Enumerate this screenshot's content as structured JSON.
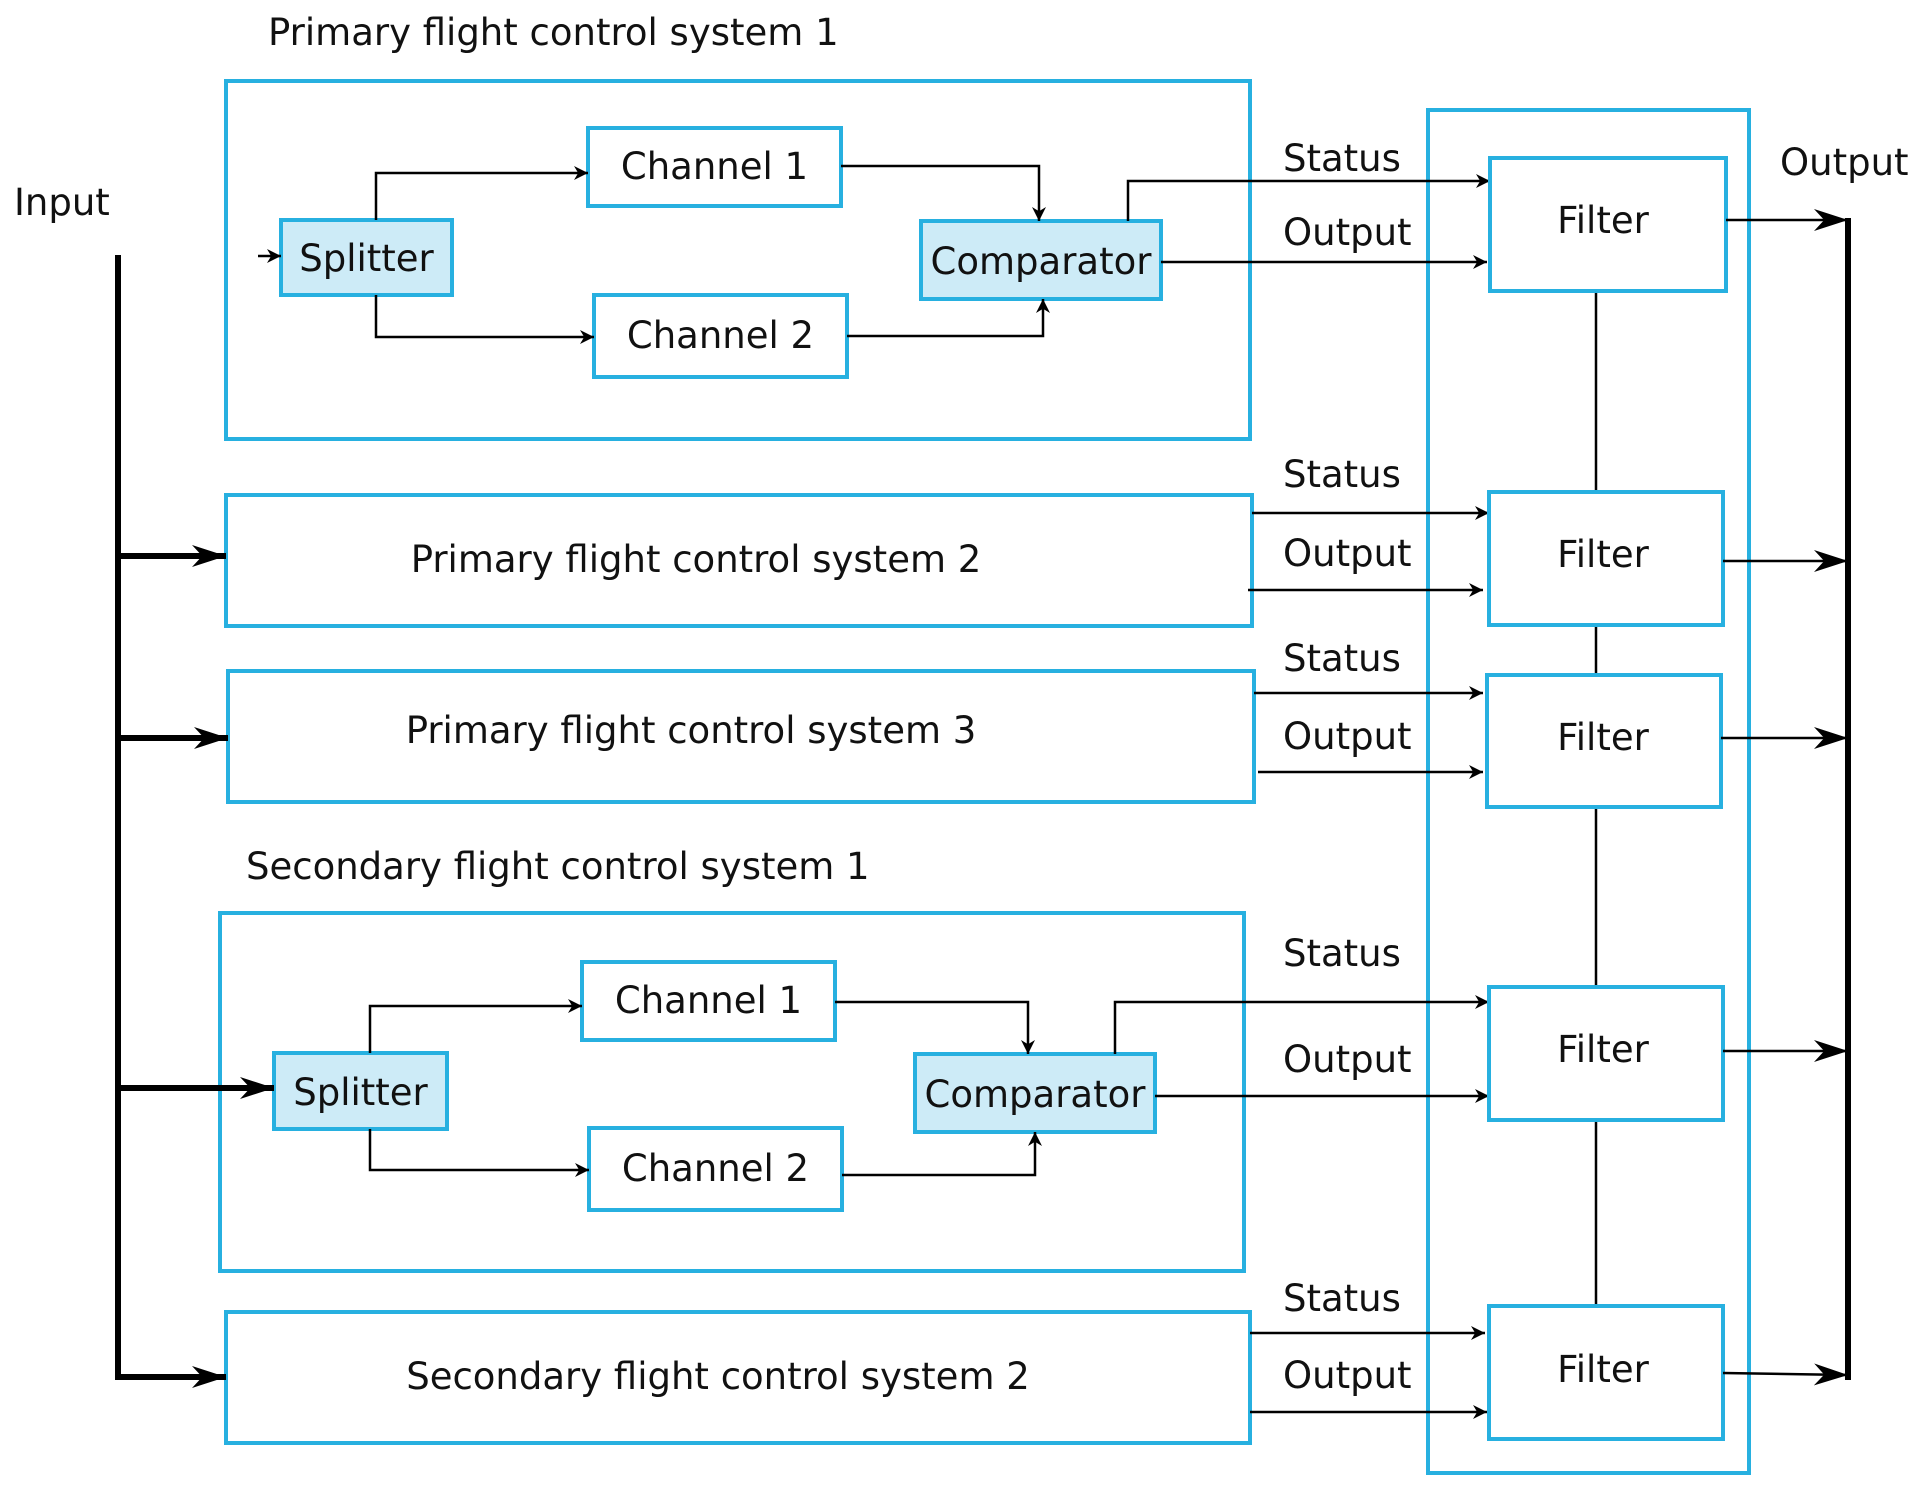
{
  "labels": {
    "input": "Input",
    "output_main": "Output",
    "status": "Status",
    "output": "Output",
    "filter": "Filter",
    "splitter": "Splitter",
    "comparator": "Comparator",
    "channel_1": "Channel 1",
    "channel_2": "Channel 2"
  },
  "systems": {
    "pfcs1": "Primary flight control system 1",
    "pfcs2": "Primary flight control system 2",
    "pfcs3": "Primary flight control system 3",
    "sfcs1": "Secondary flight control system 1",
    "sfcs2": "Secondary flight control system 2"
  },
  "colors": {
    "box_stroke": "#27b0e0",
    "box_fill_highlight": "#cdebf7",
    "line": "#000000"
  }
}
